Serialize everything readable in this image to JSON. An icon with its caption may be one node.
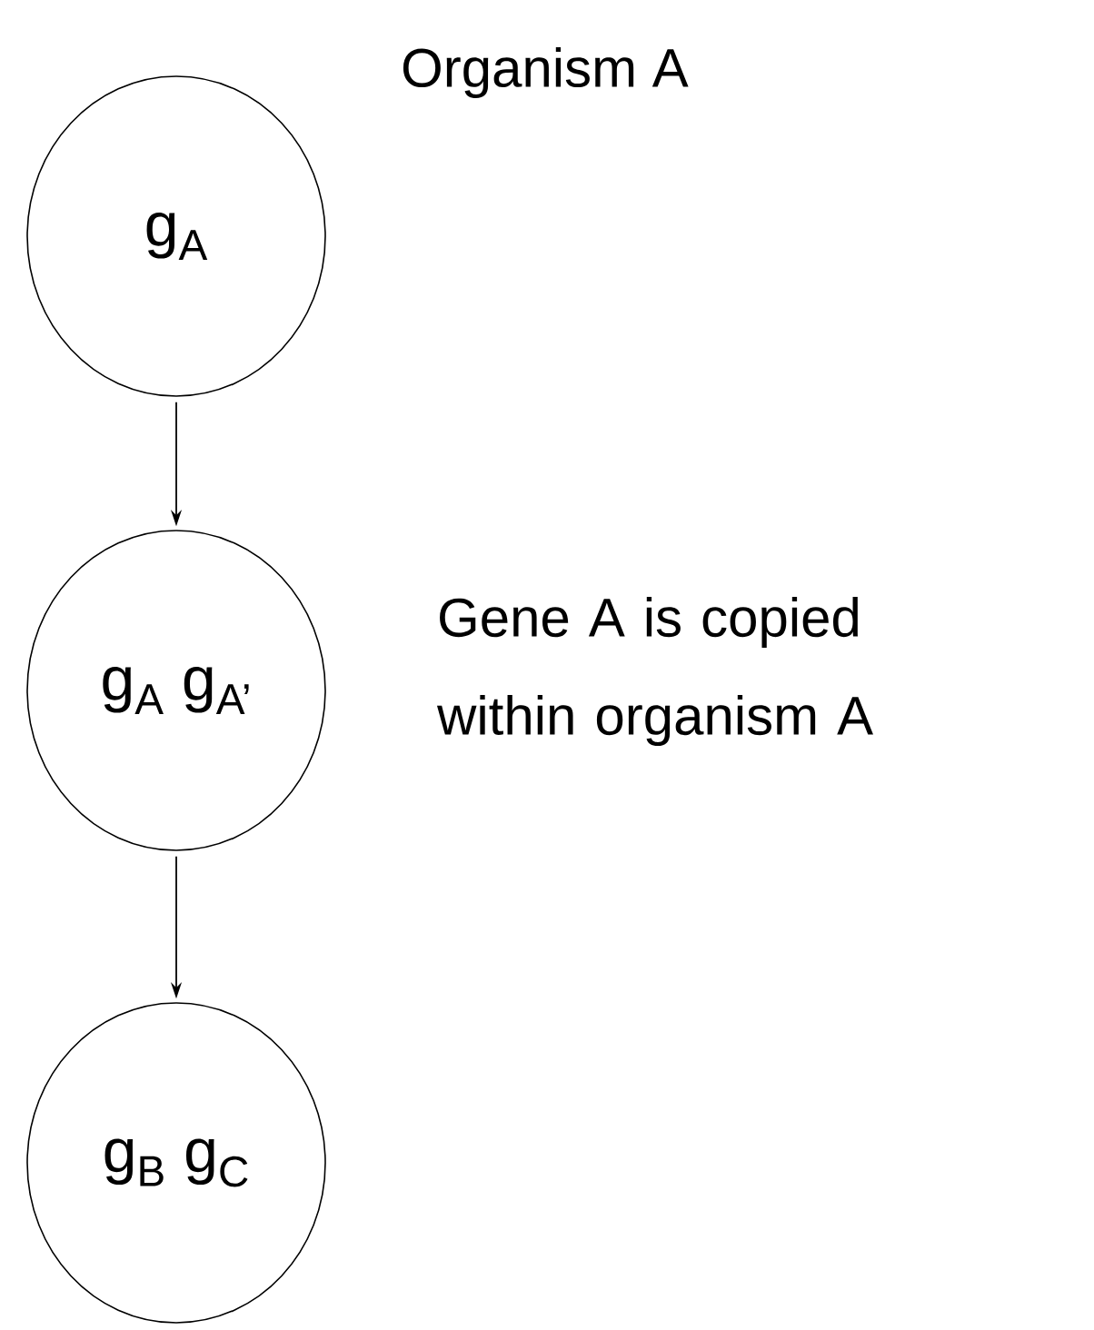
{
  "diagram": {
    "nodes": [
      {
        "text": [
          "g$_{A}$"
        ],
        "beside": [
          "Organism A"
        ]
      },
      {
        "text": [
          "g$_{A}$  g$_{A’}$"
        ]
      },
      {
        "text": [
          "g$_{B}$  g$_{C}$"
        ]
      }
    ],
    "edges": [
      {
        "from": 0,
        "to": 1,
        "arrow": "to"
      },
      {
        "from": 1,
        "to": 2,
        "arrow": "to"
      }
    ],
    "labels": [
      "Gene A is copied within organism A"
    ]
  }
}
